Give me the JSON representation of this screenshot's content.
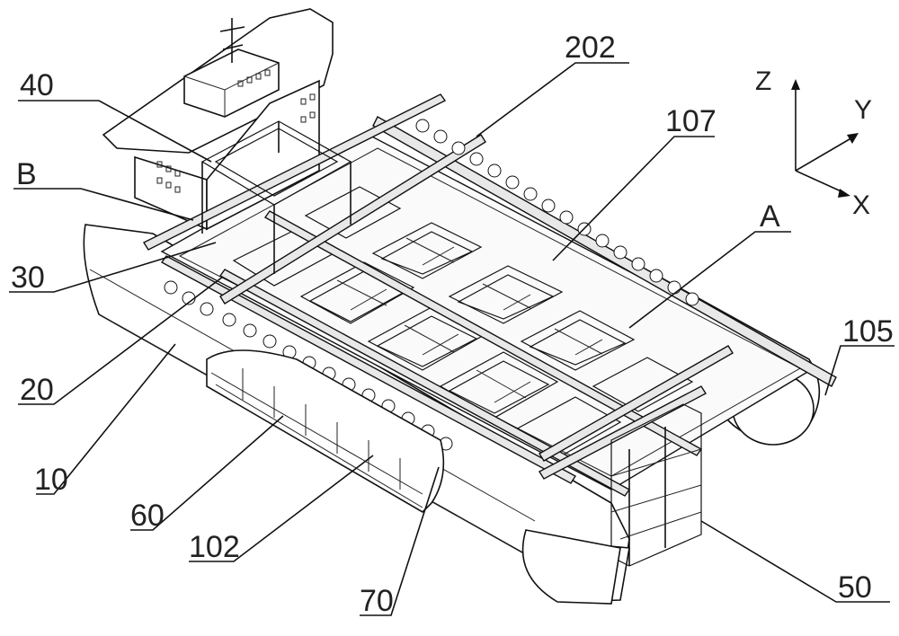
{
  "labels": {
    "l40": "40",
    "lB": "B",
    "l30": "30",
    "l20": "20",
    "l10": "10",
    "l60": "60",
    "l102": "102",
    "l70": "70",
    "l50": "50",
    "l105": "105",
    "lA": "A",
    "l107": "107",
    "l202": "202"
  },
  "axes": {
    "z": "Z",
    "y": "Y",
    "x": "X"
  }
}
